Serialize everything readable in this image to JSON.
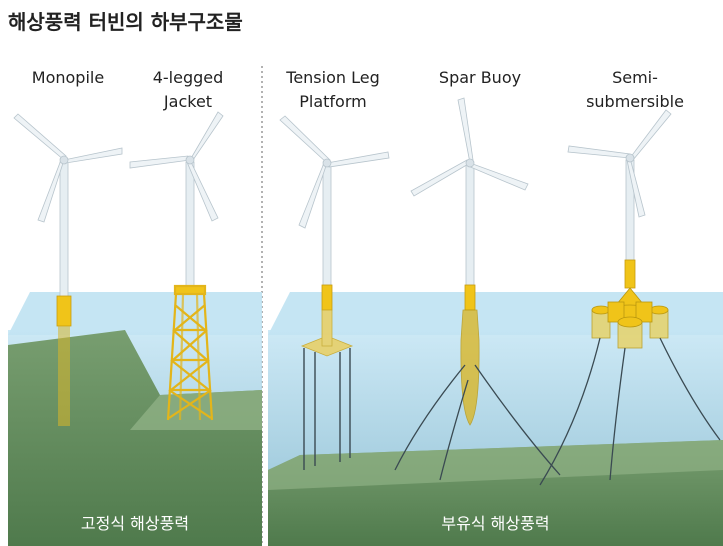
{
  "title": "해상풍력 터빈의 하부구조물",
  "structures": [
    {
      "label_line1": "Monopile",
      "label_line2": ""
    },
    {
      "label_line1": "4-legged",
      "label_line2": "Jacket"
    },
    {
      "label_line1": "Tension Leg",
      "label_line2": "Platform"
    },
    {
      "label_line1": "Spar Buoy",
      "label_line2": ""
    },
    {
      "label_line1": "Semi-",
      "label_line2": "submersible"
    }
  ],
  "groups": {
    "fixed": "고정식 해상풍력",
    "floating": "부유식 해상풍력"
  },
  "colors": {
    "water": "#a9d4ea",
    "water_top": "#bfe2f2",
    "seabed": "#5f8a5c",
    "seabed_dark": "#4b7448",
    "tower": "#e6eef2",
    "foundation": "#f0c419",
    "text": "#222222"
  }
}
